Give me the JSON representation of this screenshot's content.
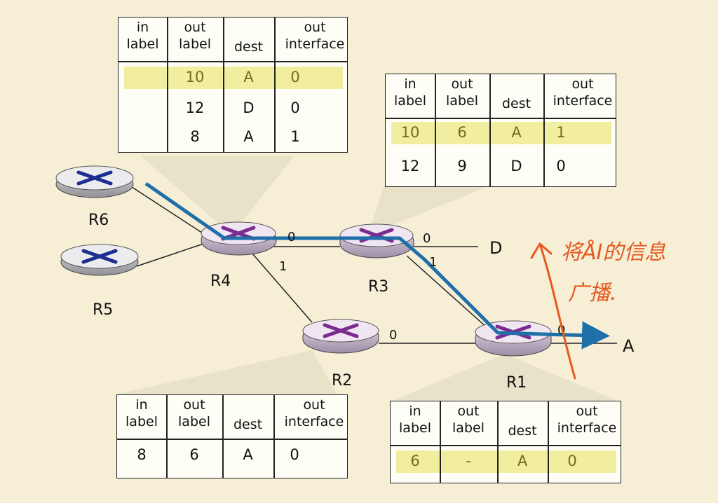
{
  "routers": {
    "r1": "R1",
    "r2": "R2",
    "r3": "R3",
    "r4": "R4",
    "r5": "R5",
    "r6": "R6"
  },
  "interfaces": {
    "r4_to_r3": "0",
    "r4_to_r2": "1",
    "r3_to_d": "0",
    "r3_to_r1": "1",
    "r2_to_r1": "0",
    "r1_to_a": "0"
  },
  "destinations": {
    "d": "D",
    "a": "A"
  },
  "annotation": {
    "line1": "将ÅI的信息",
    "line2": "广播."
  },
  "header": {
    "in": "in",
    "label": "label",
    "out": "out",
    "dest": "dest",
    "interface": "interface"
  },
  "tables": {
    "r4": {
      "rows": [
        [
          "",
          "10",
          "A",
          "0"
        ],
        [
          "",
          "12",
          "D",
          "0"
        ],
        [
          "",
          "8",
          "A",
          "1"
        ]
      ],
      "highlight_row": 0
    },
    "r3": {
      "rows": [
        [
          "10",
          "6",
          "A",
          "1"
        ],
        [
          "12",
          "9",
          "D",
          "0"
        ]
      ],
      "highlight_row": 0
    },
    "r2": {
      "rows": [
        [
          "8",
          "6",
          "A",
          "0"
        ]
      ]
    },
    "r1": {
      "rows": [
        [
          "6",
          "-",
          "A",
          "0"
        ]
      ],
      "highlight_row": 0
    }
  },
  "colors": {
    "background": "#f6efd6",
    "path": "#1f6fa8",
    "highlight": "#f1ee9f",
    "annotation": "#e5581f",
    "router_x_r4_r3_r1": "#7a2c8f",
    "router_x_r2": "#7a2c8f",
    "router_x_r5_r6": "#1a2f8f"
  }
}
